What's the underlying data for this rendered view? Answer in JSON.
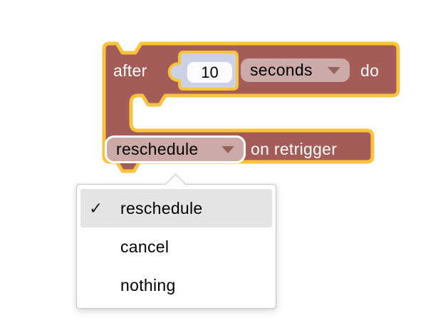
{
  "workspace": {
    "background": "#ffffff"
  },
  "block": {
    "type": "timer-after-do-block",
    "selected": true,
    "labels": {
      "after": "after",
      "do": "do",
      "on_retrigger": "on retrigger"
    },
    "fields": {
      "duration": "10",
      "units": "seconds",
      "retrigger_action": "reschedule"
    },
    "colors": {
      "body": "#a45c58",
      "selected_border": "#f9c43c",
      "shadow_block": "#ccd1e5",
      "field_bg": "#fcfcfe",
      "dropdown_bg": "#cbaaa8",
      "dropdown_arrow": "#96605d"
    }
  },
  "dropdown_menu": {
    "open_for": "retrigger_action",
    "check_glyph": "✓",
    "highlight_color": "#e4e4e4",
    "items": [
      {
        "label": "reschedule",
        "checked": true
      },
      {
        "label": "cancel",
        "checked": false
      },
      {
        "label": "nothing",
        "checked": false
      }
    ]
  }
}
